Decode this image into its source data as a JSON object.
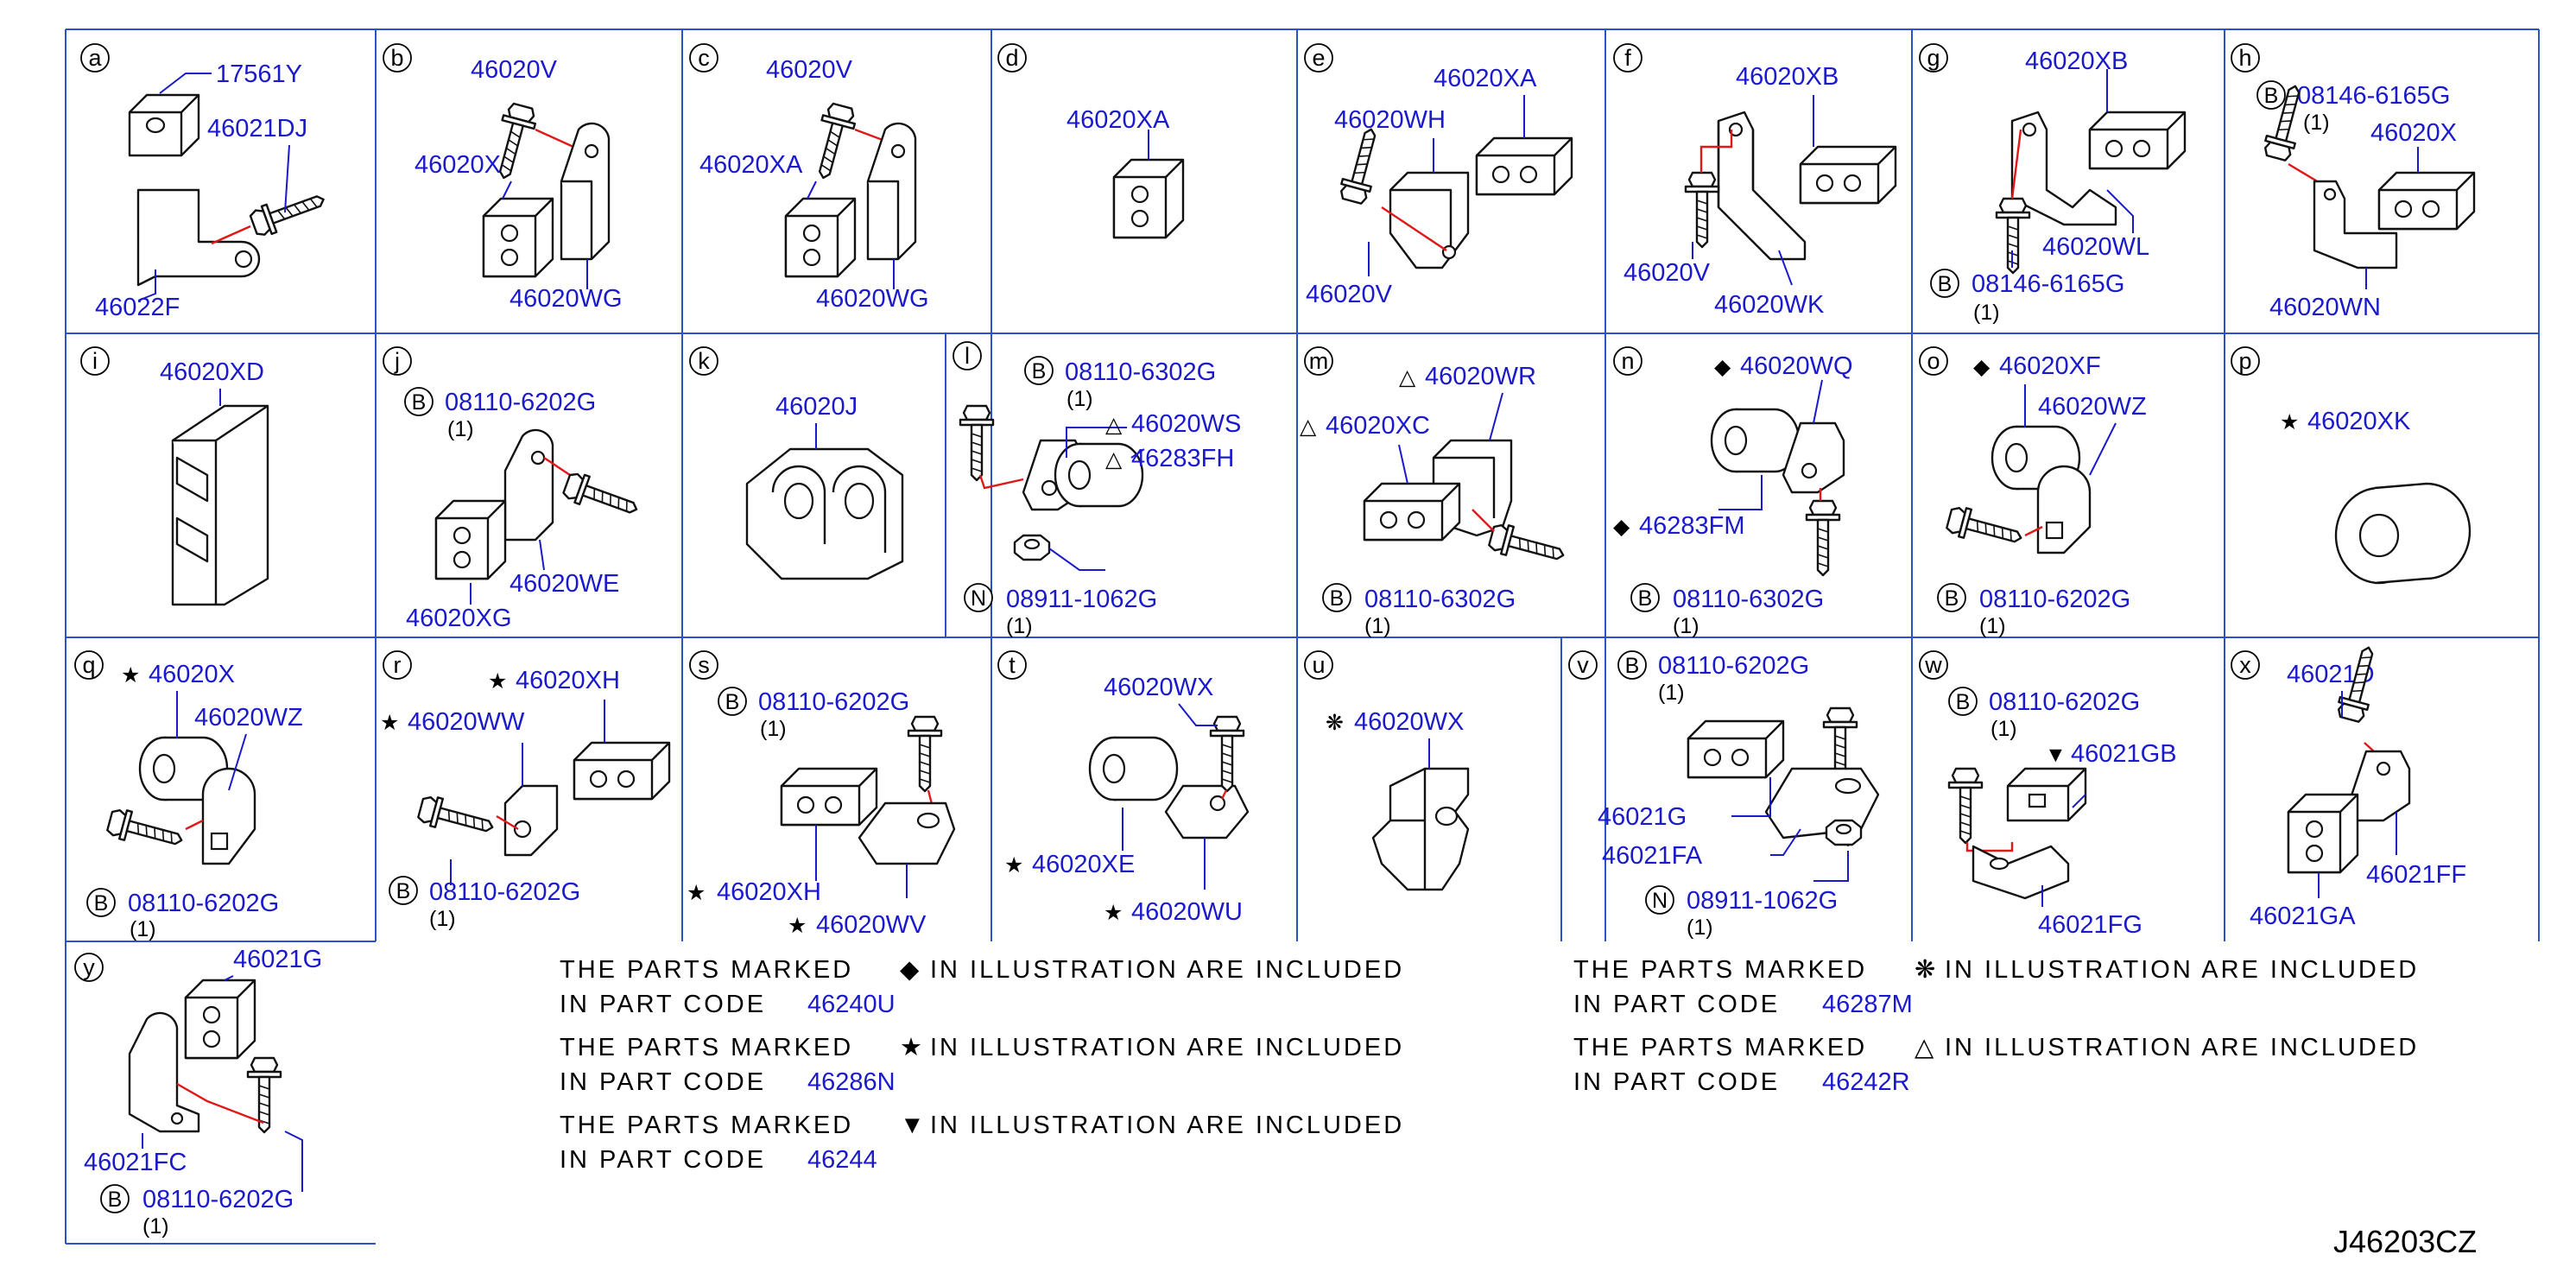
{
  "diagram_id": "J46203CZ",
  "colors": {
    "part_number": "#1a1acc",
    "grid": "#2a53c8",
    "connector": "#e01818"
  },
  "cells": {
    "a": {
      "letter": "a",
      "labels": [
        "17561Y",
        "46021DJ",
        "46022F"
      ]
    },
    "b": {
      "letter": "b",
      "labels": [
        "46020V",
        "46020X",
        "46020WG"
      ]
    },
    "c": {
      "letter": "c",
      "labels": [
        "46020V",
        "46020XA",
        "46020WG"
      ]
    },
    "d": {
      "letter": "d",
      "labels": [
        "46020XA"
      ]
    },
    "e": {
      "letter": "e",
      "labels": [
        "46020XA",
        "46020WH",
        "46020V"
      ]
    },
    "f": {
      "letter": "f",
      "labels": [
        "46020XB",
        "46020V",
        "46020WK"
      ]
    },
    "g": {
      "letter": "g",
      "labels": [
        "46020XB",
        "46020WL",
        "08146-6165G"
      ],
      "qty": "(1)",
      "prefix": "B"
    },
    "h": {
      "letter": "h",
      "labels": [
        "08146-6165G",
        "46020X",
        "46020WN"
      ],
      "qty": "(1)",
      "prefix": "B"
    },
    "i": {
      "letter": "i",
      "labels": [
        "46020XD"
      ]
    },
    "j": {
      "letter": "j",
      "labels": [
        "08110-6202G",
        "46020WE",
        "46020XG"
      ],
      "qty": "(1)",
      "prefix": "B"
    },
    "k": {
      "letter": "k",
      "labels": [
        "46020J"
      ]
    },
    "l": {
      "letter": "l",
      "labels": [
        "08110-6302G",
        "46020WS",
        "46283FH",
        "08911-1062G"
      ],
      "qty": [
        "(1)",
        "(1)"
      ],
      "prefix": [
        "B",
        "N"
      ]
    },
    "m": {
      "letter": "m",
      "labels": [
        "46020WR",
        "46020XC",
        "08110-6302G"
      ],
      "qty": "(1)",
      "prefix": "B"
    },
    "n": {
      "letter": "n",
      "labels": [
        "46020WQ",
        "46283FM",
        "08110-6302G"
      ],
      "qty": "(1)",
      "prefix": "B"
    },
    "o": {
      "letter": "o",
      "labels": [
        "46020XF",
        "46020WZ",
        "08110-6202G"
      ],
      "qty": "(1)",
      "prefix": "B"
    },
    "p": {
      "letter": "p",
      "labels": [
        "46020XK"
      ]
    },
    "q": {
      "letter": "q",
      "labels": [
        "46020X",
        "46020WZ",
        "08110-6202G"
      ],
      "qty": "(1)",
      "prefix": "B"
    },
    "r": {
      "letter": "r",
      "labels": [
        "46020XH",
        "46020WW",
        "08110-6202G"
      ],
      "qty": "(1)",
      "prefix": "B"
    },
    "s": {
      "letter": "s",
      "labels": [
        "08110-6202G",
        "46020XH",
        "46020WV"
      ],
      "qty": "(1)",
      "prefix": "B"
    },
    "t": {
      "letter": "t",
      "labels": [
        "46020WX",
        "46020XE",
        "46020WU"
      ]
    },
    "u": {
      "letter": "u",
      "labels": [
        "46020WX"
      ]
    },
    "v": {
      "letter": "v",
      "labels": [
        "08110-6202G",
        "46021G",
        "46021FA",
        "08911-1062G"
      ],
      "qty": [
        "(1)",
        "(1)"
      ],
      "prefix": [
        "B",
        "N"
      ]
    },
    "w": {
      "letter": "w",
      "labels": [
        "08110-6202G",
        "46021GB",
        "46021FG"
      ],
      "qty": "(1)",
      "prefix": "B"
    },
    "x": {
      "letter": "x",
      "labels": [
        "46021D",
        "46021FF",
        "46021GA"
      ]
    },
    "y": {
      "letter": "y",
      "labels": [
        "46021G",
        "46021FC",
        "08110-6202G"
      ],
      "qty": "(1)",
      "prefix": "B"
    }
  },
  "notes": [
    {
      "line1": "THE PARTS MARKED",
      "symbol": "◆",
      "line1b": "IN ILLUSTRATION ARE INCLUDED",
      "line2": "IN PART CODE",
      "code": "46240U"
    },
    {
      "line1": "THE PARTS MARKED",
      "symbol": "★",
      "line1b": "IN ILLUSTRATION ARE INCLUDED",
      "line2": "IN PART CODE",
      "code": "46286N"
    },
    {
      "line1": "THE PARTS MARKED",
      "symbol": "▼",
      "line1b": "IN ILLUSTRATION ARE INCLUDED",
      "line2": "IN PART CODE",
      "code": "46244"
    },
    {
      "line1": "THE PARTS MARKED",
      "symbol": "❋",
      "line1b": "IN ILLUSTRATION ARE INCLUDED",
      "line2": "IN PART CODE",
      "code": "46287M"
    },
    {
      "line1": "THE PARTS MARKED",
      "symbol": "△",
      "line1b": "IN ILLUSTRATION ARE INCLUDED",
      "line2": "IN PART CODE",
      "code": "46242R"
    }
  ]
}
